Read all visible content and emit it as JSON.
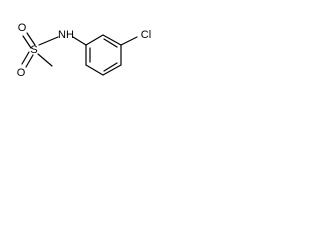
{
  "molecule": {
    "atom_labels": {
      "nh": "NH",
      "s": "S",
      "o_top": "O",
      "o_bottom": "O",
      "cl": "Cl"
    },
    "colors": {
      "bond": "#000000",
      "text": "#000000",
      "background": "#ffffff"
    }
  }
}
